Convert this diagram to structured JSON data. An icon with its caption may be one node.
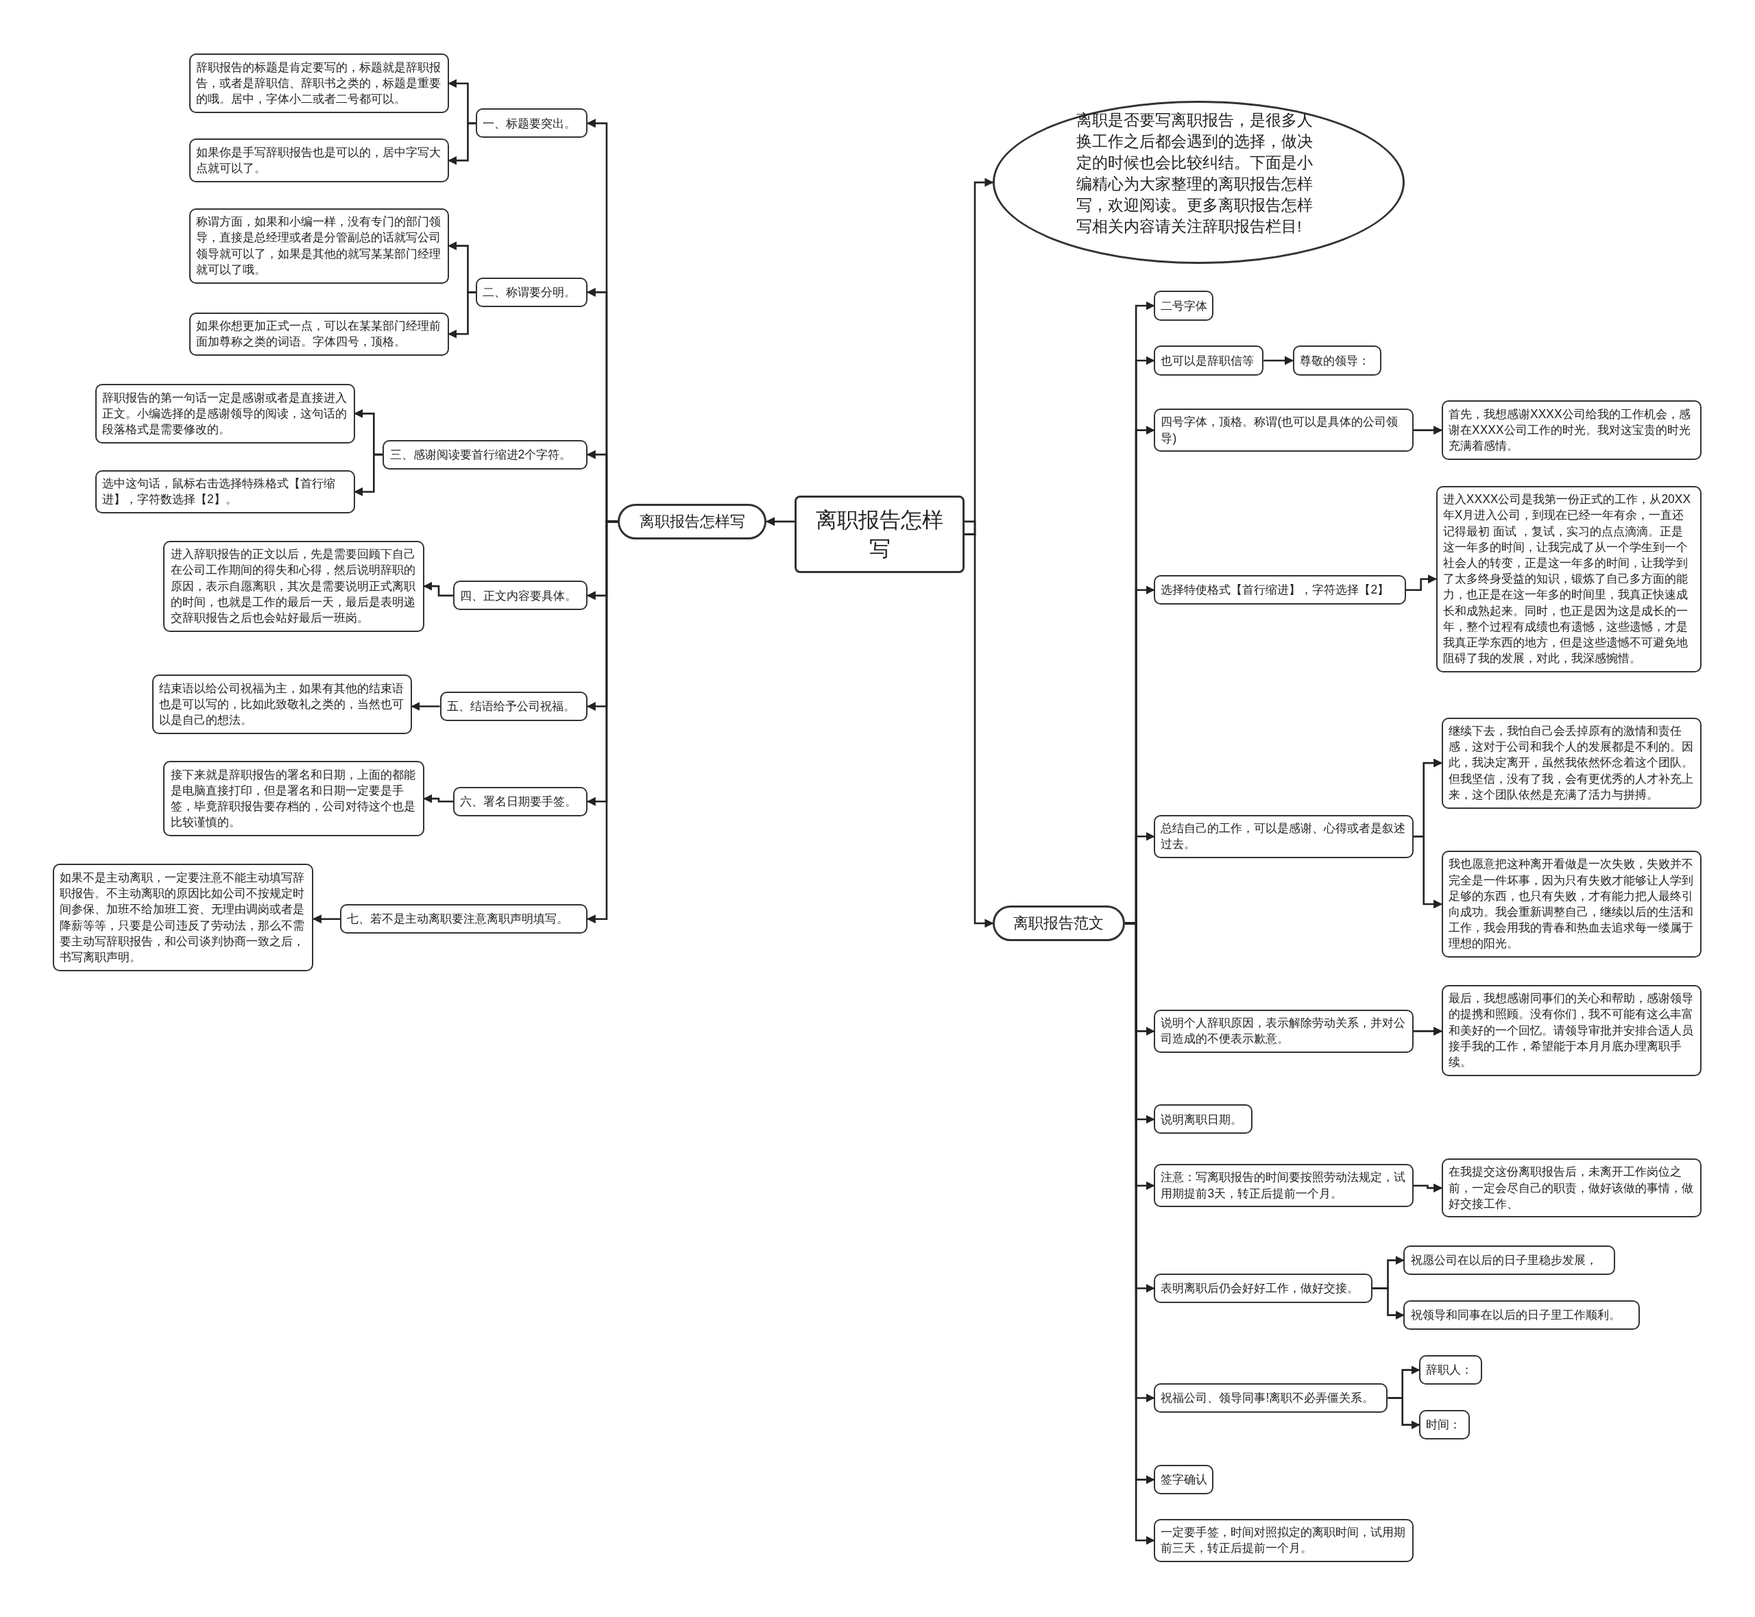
{
  "diagram": {
    "nodes": [
      {
        "text": [
          "离职报告怎样写"
        ]
      },
      {
        "text": [
          "离职报告怎样写"
        ]
      },
      {
        "text": [
          "一、标题要突出。"
        ]
      },
      {
        "text": [
          "辞职报告的标题是肯定要写的，标题就是辞职报告，或者是辞职信、辞职书之类的，标题是重要的哦。居中，字体小二或者二号都可以。"
        ]
      },
      {
        "text": [
          "如果你是手写辞职报告也是可以的，居中字写大点就可以了。"
        ]
      },
      {
        "text": [
          "二、称谓要分明。"
        ]
      },
      {
        "text": [
          "称谓方面，如果和小编一样，没有专门的部门领导，直接是总经理或者是分管副总的话就写公司领导就可以了，如果是其他的就写某某部门经理就可以了哦。"
        ]
      },
      {
        "text": [
          "如果你想更加正式一点，可以在某某部门经理前面加尊称之类的词语。字体四号，顶格。"
        ]
      },
      {
        "text": [
          "三、感谢阅读要首行缩进2个字符。"
        ]
      },
      {
        "text": [
          "辞职报告的第一句话一定是感谢或者是直接进入正文。小编选择的是感谢领导的阅读，这句话的段落格式是需要修改的。"
        ]
      },
      {
        "text": [
          "选中这句话，鼠标右击选择特殊格式【首行缩进】，字符数选择【2】。"
        ]
      },
      {
        "text": [
          "四、正文内容要具体。"
        ]
      },
      {
        "text": [
          "进入辞职报告的正文以后，先是需要回顾下自己在公司工作期间的得失和心得，然后说明辞职的原因，表示自愿离职，其次是需要说明正式离职的时间，也就是工作的最后一天，最后是表明递交辞职报告之后也会站好最后一班岗。"
        ]
      },
      {
        "text": [
          "五、结语给予公司祝福。"
        ]
      },
      {
        "text": [
          "结束语以给公司祝福为主，如果有其他的结束语也是可以写的，比如此致敬礼之类的，当然也可以是自己的想法。"
        ]
      },
      {
        "text": [
          "六、署名日期要手签。"
        ]
      },
      {
        "text": [
          "接下来就是辞职报告的署名和日期，上面的都能是电脑直接打印，但是署名和日期一定要是手签，毕竟辞职报告要存档的，公司对待这个也是比较谨慎的。"
        ]
      },
      {
        "text": [
          "七、若不是主动离职要注意离职声明填写。"
        ]
      },
      {
        "text": [
          "如果不是主动离职，一定要注意不能主动填写辞职报告。不主动离职的原因比如公司不按规定时间参保、加班不给加班工资、无理由调岗或者是降薪等等，只要是公司违反了劳动法，那么不需要主动写辞职报告，和公司谈判协商一致之后，书写离职声明。"
        ]
      },
      {
        "text": [
          "离职是否要写离职报告，是很多人换工作之后都会遇到的选择，做决定的时候也会比较纠结。下面是小编精心为大家整理的离职报告怎样写，欢迎阅读。更多离职报告怎样写相关内容请关注辞职报告栏目!"
        ]
      },
      {
        "text": [
          "离职报告范文"
        ]
      },
      {
        "text": [
          "二号字体"
        ]
      },
      {
        "text": [
          "也可以是辞职信等"
        ]
      },
      {
        "text": [
          "尊敬的领导："
        ]
      },
      {
        "text": [
          "四号字体，顶格。称谓(也可以是具体的公司领导)"
        ]
      },
      {
        "text": [
          "首先，我想感谢XXXX公司给我的工作机会，感谢在XXXX公司工作的时光。我对这宝贵的时光充满着感情。"
        ]
      },
      {
        "text": [
          "选择特使格式【首行缩进】，字符选择【2】"
        ]
      },
      {
        "text": [
          "进入XXXX公司是我第一份正式的工作，从20XX年X月进入公司，到现在已经一年有余，一直还记得最初 面试 ，复试，实习的点点滴滴。正是这一年多的时间，让我完成了从一个学生到一个社会人的转变，正是这一年多的时间，让我学到了太多终身受益的知识，锻炼了自己多方面的能力，也正是在这一年多的时间里，我真正快速成长和成熟起来。同时，也正是因为这是成长的一年，整个过程有成绩也有遗憾，这些遗憾，才是我真正学东西的地方，但是这些遗憾不可避免地阻碍了我的发展，对此，我深感惋惜。"
        ]
      },
      {
        "text": [
          "总结自己的工作，可以是感谢、心得或者是叙述过去。"
        ]
      },
      {
        "text": [
          "继续下去，我怕自己会丢掉原有的激情和责任感，这对于公司和我个人的发展都是不利的。因此，我决定离开，虽然我依然怀念着这个团队。但我坚信，没有了我，会有更优秀的人才补充上来，这个团队依然是充满了活力与拼搏。"
        ]
      },
      {
        "text": [
          "我也愿意把这种离开看做是一次失败，失败并不完全是一件坏事，因为只有失败才能够让人学到足够的东西，也只有失败，才有能力把人最终引向成功。我会重新调整自己，继续以后的生活和工作，我会用我的青春和热血去追求每一缕属于理想的阳光。"
        ]
      },
      {
        "text": [
          "说明个人辞职原因，表示解除劳动关系，并对公司造成的不便表示歉意。"
        ]
      },
      {
        "text": [
          "最后，我想感谢同事们的关心和帮助，感谢领导的提携和照顾。没有你们，我不可能有这么丰富和美好的一个回忆。请领导审批并安排合适人员接手我的工作，希望能于本月月底办理离职手续。"
        ]
      },
      {
        "text": [
          "说明离职日期。"
        ]
      },
      {
        "text": [
          "注意：写离职报告的时间要按照劳动法规定，试用期提前3天，转正后提前一个月。"
        ]
      },
      {
        "text": [
          "在我提交这份离职报告后，未离开工作岗位之前，一定会尽自己的职责，做好该做的事情，做好交接工作、"
        ]
      },
      {
        "text": [
          "表明离职后仍会好好工作，做好交接。"
        ]
      },
      {
        "text": [
          "祝愿公司在以后的日子里稳步发展，"
        ]
      },
      {
        "text": [
          "祝领导和同事在以后的日子里工作顺利。"
        ]
      },
      {
        "text": [
          "祝福公司、领导同事!离职不必弄僵关系。"
        ]
      },
      {
        "text": [
          "辞职人："
        ]
      },
      {
        "text": [
          "时间："
        ]
      },
      {
        "text": [
          "签字确认"
        ]
      },
      {
        "text": [
          "一定要手签，时间对照拟定的离职时间，试用期前三天，转正后提前一个月。"
        ]
      }
    ],
    "edges": [
      {
        "from": 0,
        "to": 1,
        "arrow": "to"
      },
      {
        "from": 1,
        "to": 2,
        "arrow": "to"
      },
      {
        "from": 2,
        "to": 3,
        "arrow": "to"
      },
      {
        "from": 2,
        "to": 4,
        "arrow": "to"
      },
      {
        "from": 1,
        "to": 5,
        "arrow": "to"
      },
      {
        "from": 5,
        "to": 6,
        "arrow": "to"
      },
      {
        "from": 5,
        "to": 7,
        "arrow": "to"
      },
      {
        "from": 1,
        "to": 8,
        "arrow": "to"
      },
      {
        "from": 8,
        "to": 9,
        "arrow": "to"
      },
      {
        "from": 8,
        "to": 10,
        "arrow": "to"
      },
      {
        "from": 1,
        "to": 11,
        "arrow": "to"
      },
      {
        "from": 11,
        "to": 12,
        "arrow": "to"
      },
      {
        "from": 1,
        "to": 13,
        "arrow": "to"
      },
      {
        "from": 13,
        "to": 14,
        "arrow": "to"
      },
      {
        "from": 1,
        "to": 15,
        "arrow": "to"
      },
      {
        "from": 15,
        "to": 16,
        "arrow": "to"
      },
      {
        "from": 1,
        "to": 17,
        "arrow": "to"
      },
      {
        "from": 17,
        "to": 18,
        "arrow": "to"
      },
      {
        "from": 0,
        "to": 19,
        "arrow": "to"
      },
      {
        "from": 0,
        "to": 20,
        "arrow": "to"
      },
      {
        "from": 20,
        "to": 21,
        "arrow": "to"
      },
      {
        "from": 20,
        "to": 22,
        "arrow": "to"
      },
      {
        "from": 22,
        "to": 23,
        "arrow": "to"
      },
      {
        "from": 20,
        "to": 24,
        "arrow": "to"
      },
      {
        "from": 24,
        "to": 25,
        "arrow": "to"
      },
      {
        "from": 20,
        "to": 26,
        "arrow": "to"
      },
      {
        "from": 26,
        "to": 27,
        "arrow": "to"
      },
      {
        "from": 20,
        "to": 28,
        "arrow": "to"
      },
      {
        "from": 28,
        "to": 29,
        "arrow": "to"
      },
      {
        "from": 28,
        "to": 30,
        "arrow": "to"
      },
      {
        "from": 20,
        "to": 31,
        "arrow": "to"
      },
      {
        "from": 31,
        "to": 32,
        "arrow": "to"
      },
      {
        "from": 20,
        "to": 33,
        "arrow": "to"
      },
      {
        "from": 20,
        "to": 34,
        "arrow": "to"
      },
      {
        "from": 34,
        "to": 35,
        "arrow": "to"
      },
      {
        "from": 20,
        "to": 36,
        "arrow": "to"
      },
      {
        "from": 36,
        "to": 37,
        "arrow": "to"
      },
      {
        "from": 36,
        "to": 38,
        "arrow": "to"
      },
      {
        "from": 20,
        "to": 39,
        "arrow": "to"
      },
      {
        "from": 39,
        "to": 40,
        "arrow": "to"
      },
      {
        "from": 39,
        "to": 41,
        "arrow": "to"
      },
      {
        "from": 20,
        "to": 42,
        "arrow": "to"
      },
      {
        "from": 20,
        "to": 43,
        "arrow": "to"
      }
    ]
  }
}
